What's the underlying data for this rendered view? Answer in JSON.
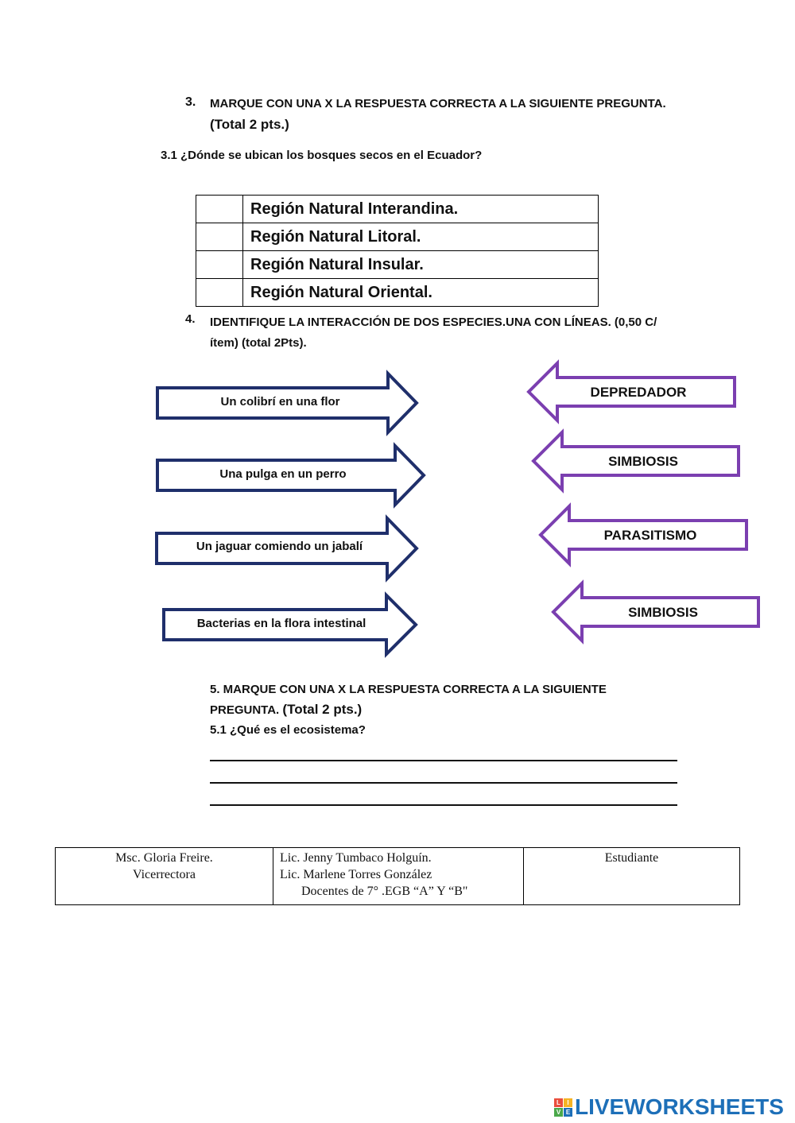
{
  "section3": {
    "number": "3.",
    "title": "MARQUE CON UNA X LA RESPUESTA CORRECTA A LA SIGUIENTE PREGUNTA.",
    "points": "(Total 2 pts.)",
    "question": "3.1 ¿Dónde se ubican los bosques secos en el Ecuador?",
    "options": [
      "Región Natural Interandina.",
      "Región Natural Litoral.",
      "Región Natural Insular.",
      "Región Natural Oriental."
    ]
  },
  "section4": {
    "number": "4.",
    "title": "IDENTIFIQUE LA INTERACCIÓN DE DOS ESPECIES.UNA CON LÍNEAS. (0,50 C/ítem) (total 2Pts).",
    "left_items": [
      "Un colibrí en una flor",
      "Una pulga en un perro",
      "Un jaguar comiendo un jabalí",
      "Bacterias en la flora intestinal"
    ],
    "right_items": [
      "DEPREDADOR",
      "SIMBIOSIS",
      "PARASITISMO",
      "SIMBIOSIS"
    ],
    "colors": {
      "left_arrow": "#1f2f6b",
      "right_arrow": "#7b3fb0"
    }
  },
  "section5": {
    "line1": "5. MARQUE CON UNA X LA RESPUESTA CORRECTA A LA SIGUIENTE",
    "line2_a": "PREGUNTA. ",
    "line2_b": "(Total 2 pts.)",
    "question": "5.1 ¿Qué es el ecosistema?"
  },
  "signatures": {
    "col1_line1": "Msc. Gloria Freire.",
    "col1_line2": "Vicerrectora",
    "col2_line1": "Lic. Jenny Tumbaco Holguín.",
    "col2_line2": "Lic. Marlene Torres González",
    "col2_line3": "Docentes de 7° .EGB “A” Y “B\"",
    "col3_line1": "Estudiante"
  },
  "footer": {
    "logo_text": "LIVEWORKSHEETS",
    "logo_letters": [
      "L",
      "I",
      "V",
      "E"
    ],
    "logo_colors": [
      "#e94e3d",
      "#f5b324",
      "#4aa84a",
      "#1d6fb8"
    ]
  }
}
